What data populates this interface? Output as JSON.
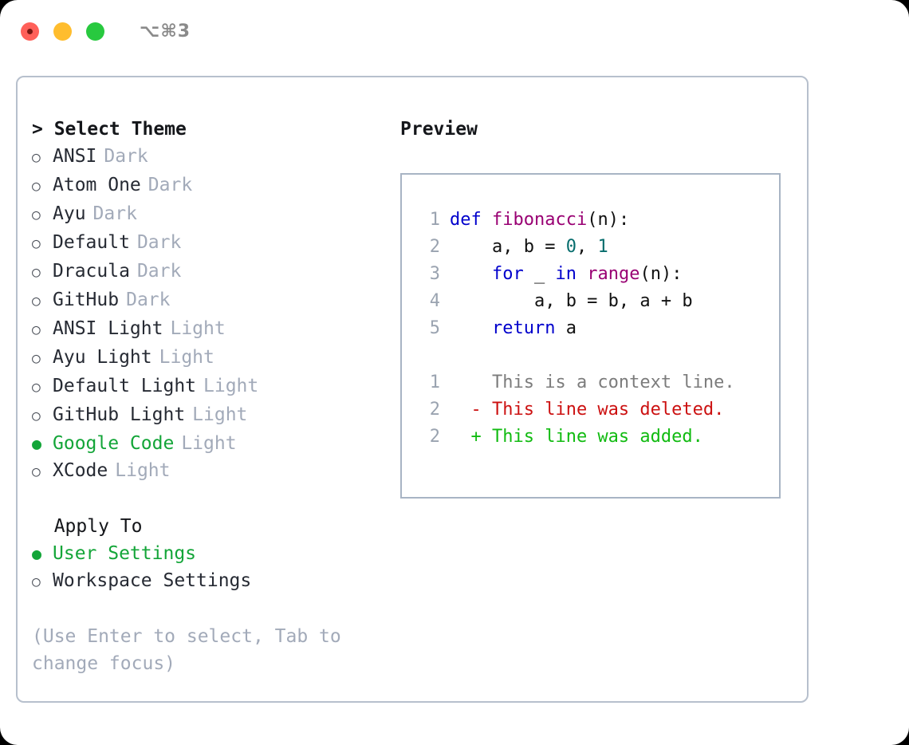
{
  "titlebar": {
    "shortcut": "⌥⌘3",
    "lights": [
      "close",
      "minimize",
      "maximize"
    ]
  },
  "theme_list": {
    "header": "> Select Theme",
    "bullet_selected": "●",
    "bullet_unselected": "○",
    "items": [
      {
        "name": "ANSI",
        "tag": "Dark",
        "selected": false
      },
      {
        "name": "Atom One",
        "tag": "Dark",
        "selected": false
      },
      {
        "name": "Ayu",
        "tag": "Dark",
        "selected": false
      },
      {
        "name": "Default",
        "tag": "Dark",
        "selected": false
      },
      {
        "name": "Dracula",
        "tag": "Dark",
        "selected": false
      },
      {
        "name": "GitHub",
        "tag": "Dark",
        "selected": false
      },
      {
        "name": "ANSI Light",
        "tag": "Light",
        "selected": false
      },
      {
        "name": "Ayu Light",
        "tag": "Light",
        "selected": false
      },
      {
        "name": "Default Light",
        "tag": "Light",
        "selected": false
      },
      {
        "name": "GitHub Light",
        "tag": "Light",
        "selected": false
      },
      {
        "name": "Google Code",
        "tag": "Light",
        "selected": true
      },
      {
        "name": "XCode",
        "tag": "Light",
        "selected": false
      }
    ]
  },
  "apply_to": {
    "header": "  Apply To",
    "items": [
      {
        "name": "User Settings",
        "selected": true
      },
      {
        "name": "Workspace Settings",
        "selected": false
      }
    ]
  },
  "hint": "(Use Enter to select, Tab to\nchange focus)",
  "preview": {
    "title": "Preview",
    "code_lines": [
      {
        "num": "1",
        "tokens": [
          {
            "t": "def ",
            "c": "kw"
          },
          {
            "t": "fibonacci",
            "c": "fn"
          },
          {
            "t": "(n):",
            "c": "plain"
          }
        ]
      },
      {
        "num": "2",
        "tokens": [
          {
            "t": "    a, b = ",
            "c": "plain"
          },
          {
            "t": "0",
            "c": "num"
          },
          {
            "t": ", ",
            "c": "plain"
          },
          {
            "t": "1",
            "c": "num"
          }
        ]
      },
      {
        "num": "3",
        "tokens": [
          {
            "t": "    ",
            "c": "plain"
          },
          {
            "t": "for",
            "c": "kw"
          },
          {
            "t": " _ ",
            "c": "plain"
          },
          {
            "t": "in",
            "c": "kw"
          },
          {
            "t": " ",
            "c": "plain"
          },
          {
            "t": "range",
            "c": "fn"
          },
          {
            "t": "(n):",
            "c": "plain"
          }
        ]
      },
      {
        "num": "4",
        "tokens": [
          {
            "t": "        a, b = b, a + b",
            "c": "plain"
          }
        ]
      },
      {
        "num": "5",
        "tokens": [
          {
            "t": "    ",
            "c": "plain"
          },
          {
            "t": "return",
            "c": "kw"
          },
          {
            "t": " a",
            "c": "plain"
          }
        ]
      }
    ],
    "diff_lines": [
      {
        "num": "1",
        "marker": " ",
        "text": "This is a context line.",
        "c": "ctx"
      },
      {
        "num": "2",
        "marker": "-",
        "text": "This line was deleted.",
        "c": "del"
      },
      {
        "num": "2",
        "marker": "+",
        "text": "This line was added.",
        "c": "add"
      }
    ]
  },
  "colors": {
    "accent_green": "#13a538",
    "tag_gray": "#a2aab9",
    "keyword_blue": "#0000cc",
    "function_purple": "#990073",
    "number_teal": "#066d6d",
    "diff_deleted": "#cc1111",
    "diff_added": "#11bb11",
    "panel_border": "#a8b4c4"
  }
}
